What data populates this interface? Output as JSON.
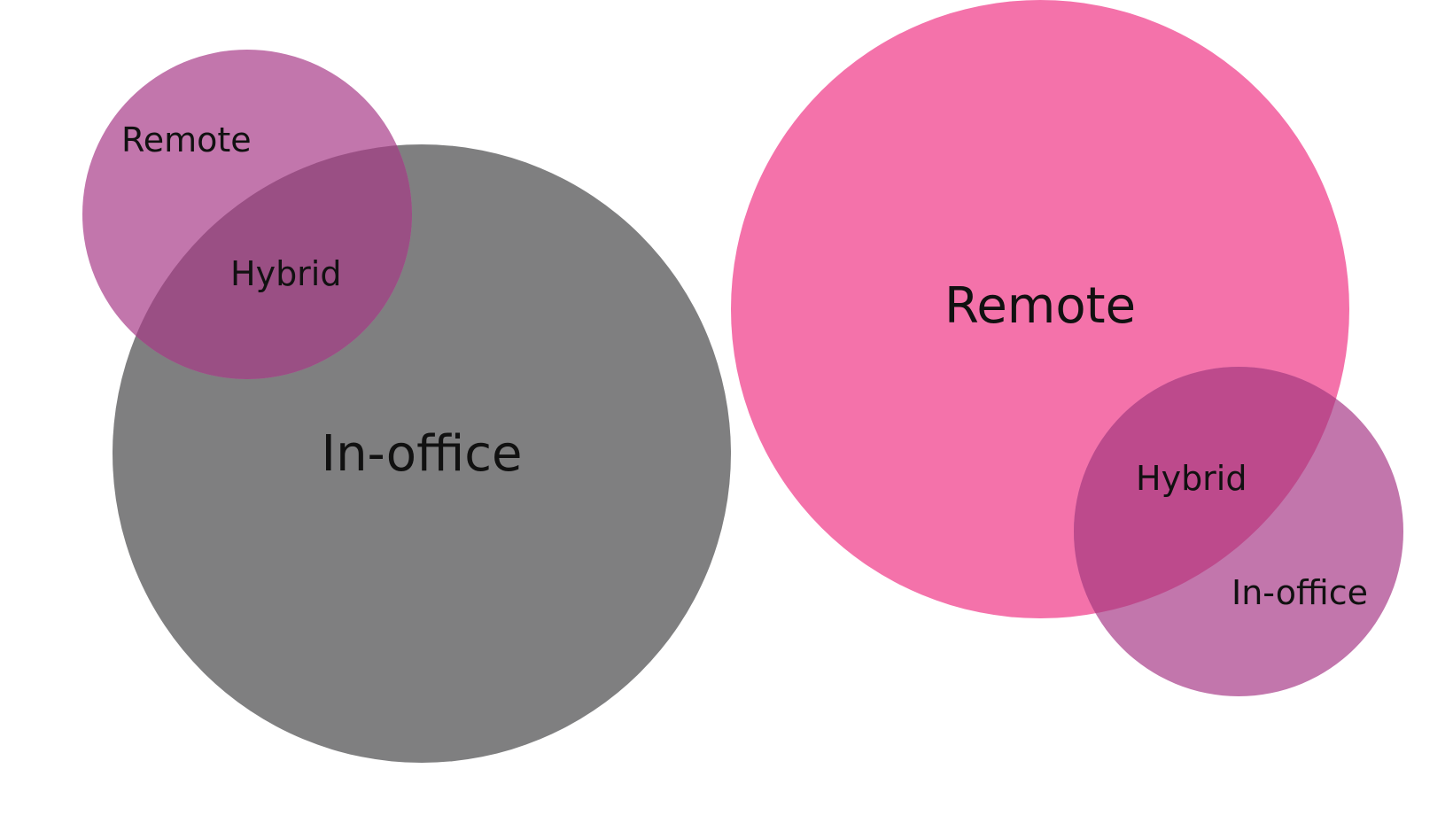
{
  "left_diagram": {
    "large_circle_label": "In-office",
    "small_circle_label": "Remote",
    "overlap_label": "Hybrid"
  },
  "right_diagram": {
    "large_circle_label": "Remote",
    "small_circle_label": "In-office",
    "overlap_label": "Hybrid"
  },
  "colors": {
    "gray": "#7f7f80",
    "purple": "#c276ac",
    "purple_overlap": "#9a4f84",
    "pink": "#f472aa",
    "pink_overlap": "#bd4a8c"
  }
}
